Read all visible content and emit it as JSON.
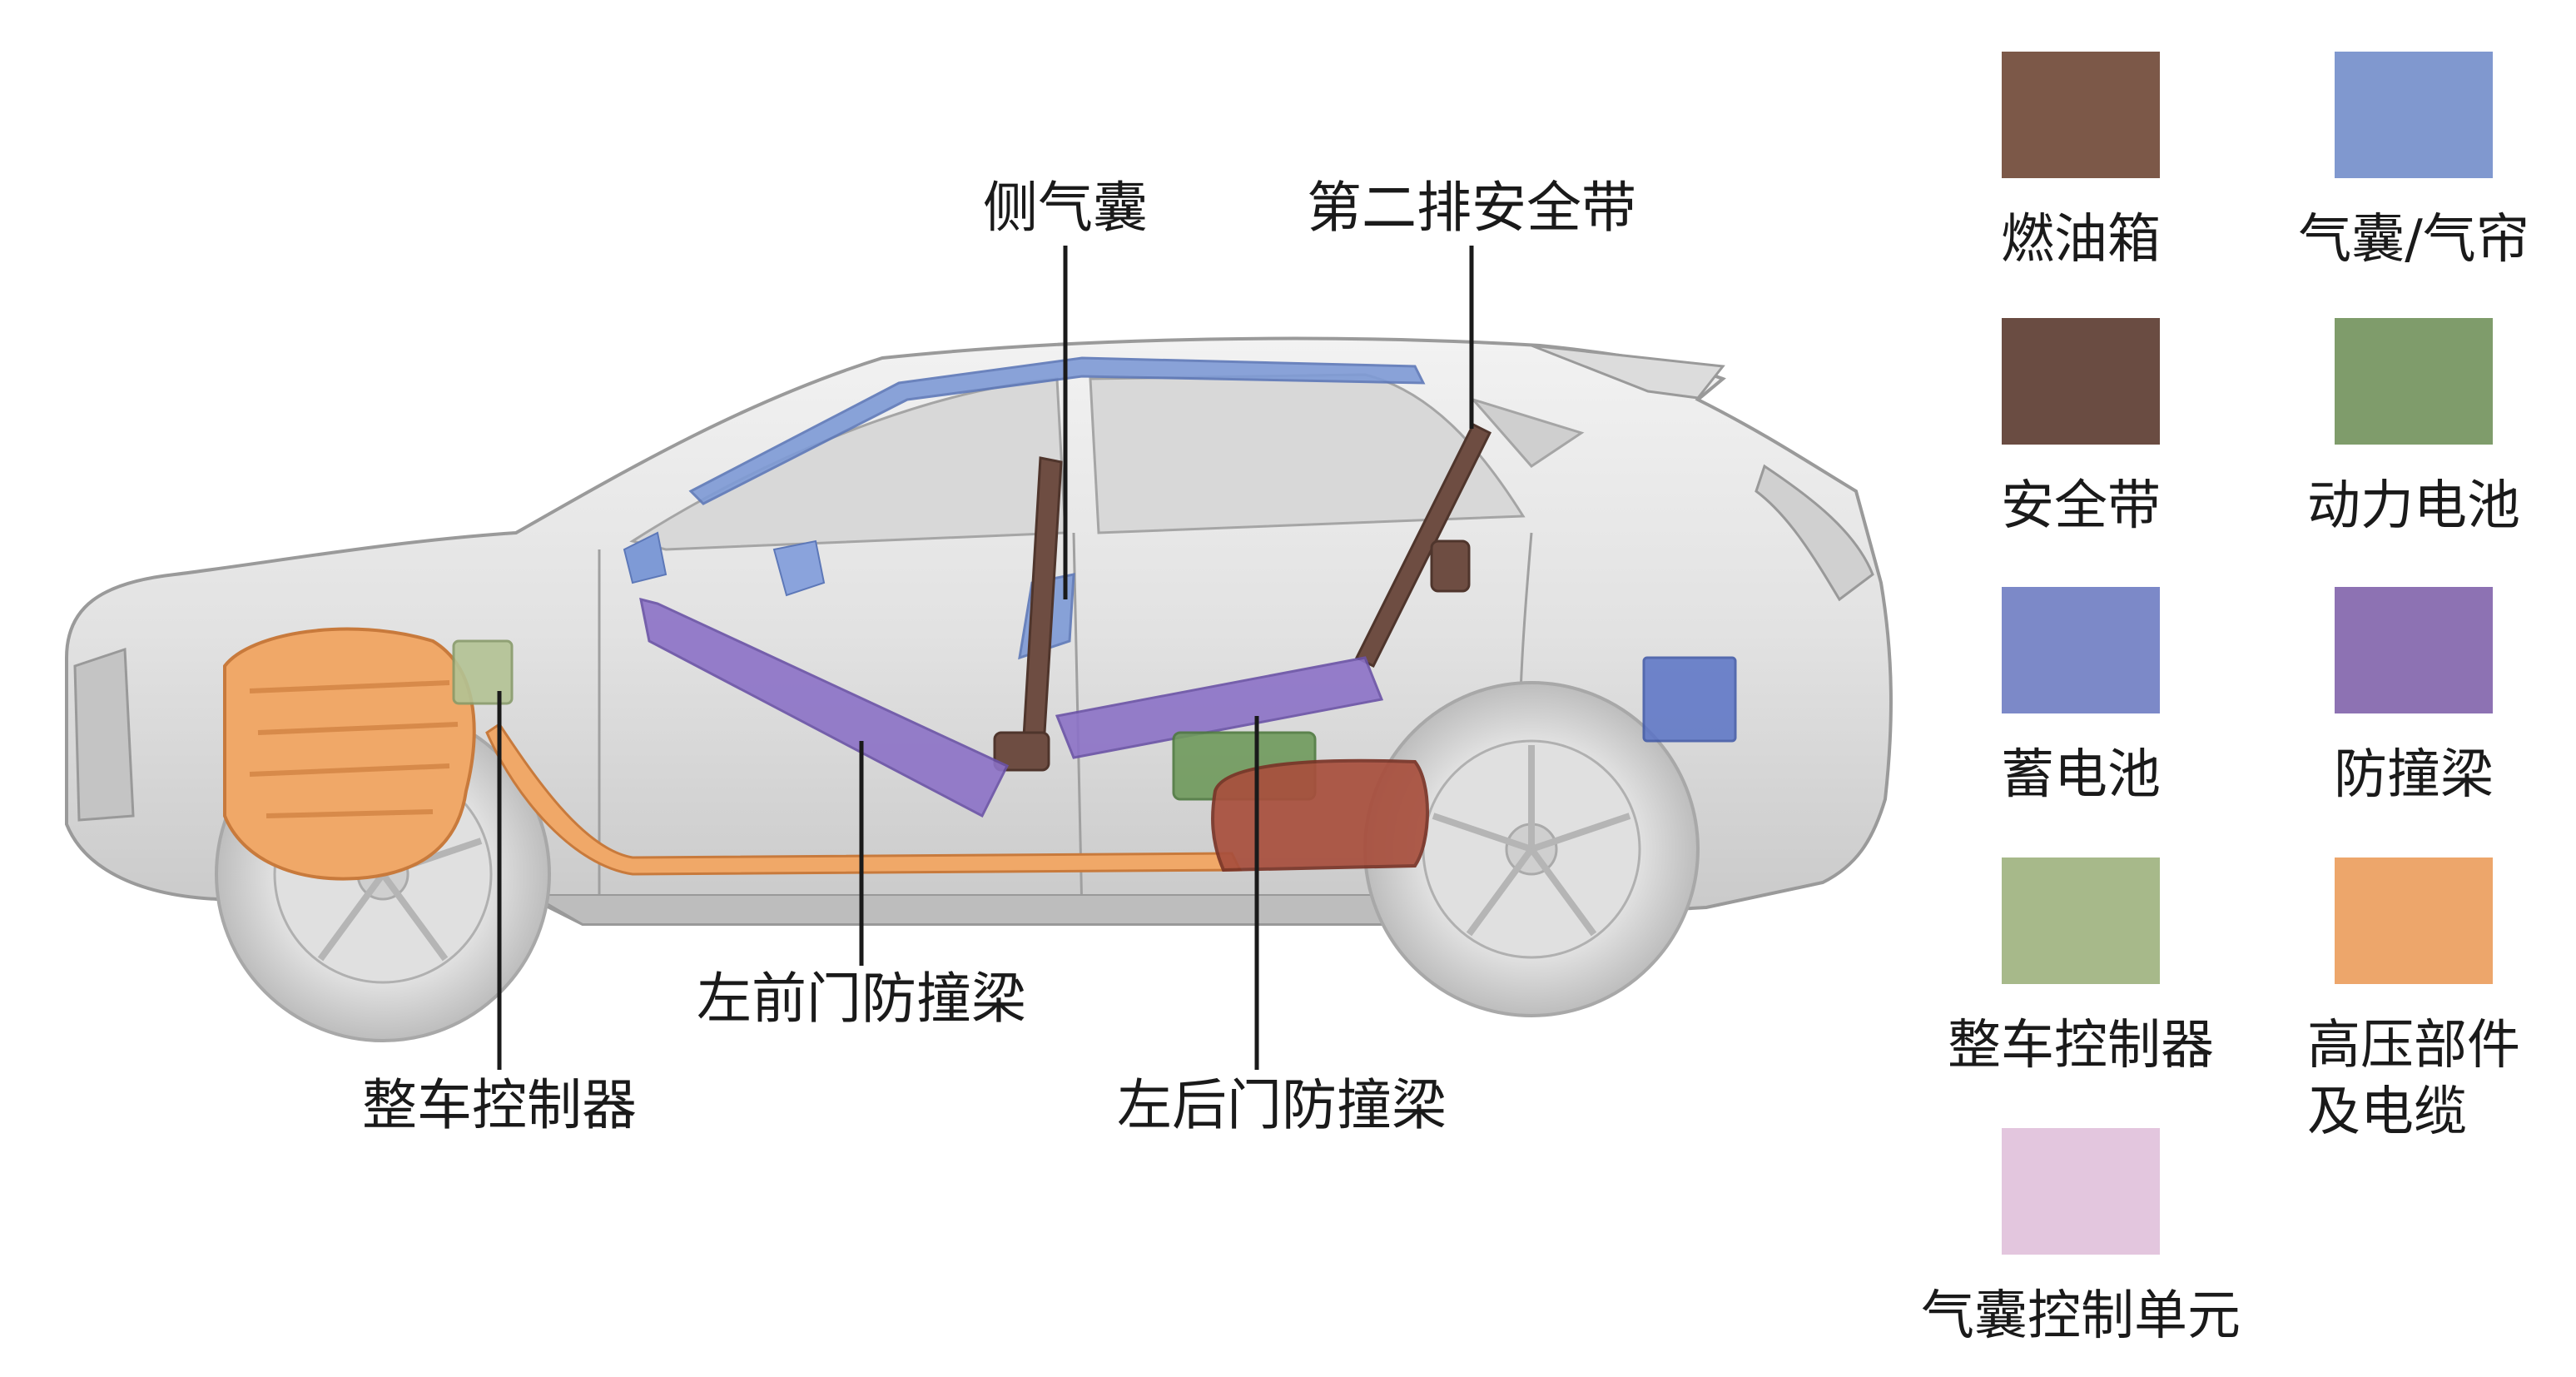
{
  "callouts": {
    "side_airbag": "侧气囊",
    "second_row_seatbelt": "第二排安全带",
    "left_front_door_beam": "左前门防撞梁",
    "left_rear_door_beam": "左后门防撞梁",
    "vehicle_controller": "整车控制器"
  },
  "legend": [
    {
      "label": "燃油箱",
      "color": "#7c5848"
    },
    {
      "label": "气囊/气帘",
      "color": "#8098cf"
    },
    {
      "label": "安全带",
      "color": "#6a4c42"
    },
    {
      "label": "动力电池",
      "color": "#7f9c6b"
    },
    {
      "label": "蓄电池",
      "color": "#7c89c8"
    },
    {
      "label": "防撞梁",
      "color": "#8d72b3"
    },
    {
      "label": "整车控制器",
      "color": "#a7b98a"
    },
    {
      "label": "高压部件",
      "label_line2": "及电缆",
      "color": "#eda66b"
    },
    {
      "label": "气囊控制单元",
      "color": "#e3c6de"
    }
  ]
}
